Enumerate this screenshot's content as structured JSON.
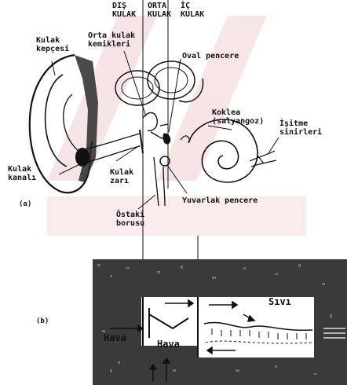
{
  "sections": {
    "top": {
      "headers": {
        "dis": [
          "DIŞ",
          "KULAK"
        ],
        "orta": [
          "ORTA",
          "KULAK"
        ],
        "ic": [
          "İÇ",
          "KULAK"
        ]
      },
      "labels": {
        "kulak_kepcesi": [
          "Kulak",
          "kepçesi"
        ],
        "orta_kulak_kemikleri": [
          "Orta kulak",
          "kemikleri"
        ],
        "oval_pencere": "Oval pencere",
        "koklea": [
          "Koklea",
          "(salyangoz)"
        ],
        "isitme_sinirleri": [
          "İşitme",
          "sinirleri"
        ],
        "kulak_kanali": [
          "Kulak",
          "kanalı"
        ],
        "kulak_zari": [
          "Kulak",
          "zarı"
        ],
        "yuvarlak_pencere": "Yuvarlak pencere",
        "ostaki_borusu": [
          "Östaki",
          "borusu"
        ],
        "panel_tag": "(a)"
      }
    },
    "bottom": {
      "panel_tag": "(b)",
      "hava_left": "Hava",
      "hava_center": "Hava",
      "sivi": "Sıvı"
    }
  },
  "colors": {
    "watermark": "#f3d4d6",
    "ink": "#111111",
    "texture": "#333333"
  }
}
